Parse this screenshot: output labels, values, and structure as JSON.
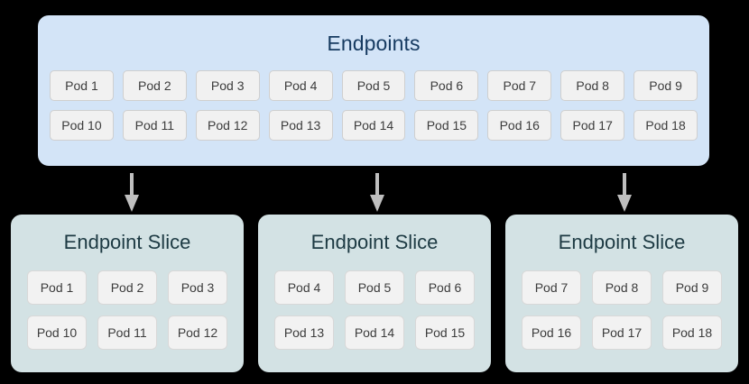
{
  "colors": {
    "page_background": "#000000",
    "endpoints_fill": "#d3e4f7",
    "endpoints_title": "#173b61",
    "slice_fill": "#d3e2e4",
    "slice_title": "#1d3a43",
    "pod_fill": "#f1f1f1",
    "pod_border": "#cfcfcf",
    "pod_text": "#3c3c3c",
    "arrow": "#bfbfbf"
  },
  "endpoints": {
    "title": "Endpoints",
    "rows": [
      [
        "Pod 1",
        "Pod 2",
        "Pod 3",
        "Pod 4",
        "Pod 5",
        "Pod 6",
        "Pod 7",
        "Pod 8",
        "Pod 9"
      ],
      [
        "Pod 10",
        "Pod 11",
        "Pod 12",
        "Pod 13",
        "Pod 14",
        "Pod 15",
        "Pod 16",
        "Pod 17",
        "Pod 18"
      ]
    ]
  },
  "arrows": [
    {
      "name": "arrow-to-slice-1"
    },
    {
      "name": "arrow-to-slice-2"
    },
    {
      "name": "arrow-to-slice-3"
    }
  ],
  "slices": [
    {
      "title": "Endpoint Slice",
      "rows": [
        [
          "Pod 1",
          "Pod 2",
          "Pod 3"
        ],
        [
          "Pod 10",
          "Pod 11",
          "Pod 12"
        ]
      ]
    },
    {
      "title": "Endpoint Slice",
      "rows": [
        [
          "Pod 4",
          "Pod 5",
          "Pod 6"
        ],
        [
          "Pod 13",
          "Pod 14",
          "Pod 15"
        ]
      ]
    },
    {
      "title": "Endpoint Slice",
      "rows": [
        [
          "Pod 7",
          "Pod 8",
          "Pod 9"
        ],
        [
          "Pod 16",
          "Pod 17",
          "Pod 18"
        ]
      ]
    }
  ]
}
